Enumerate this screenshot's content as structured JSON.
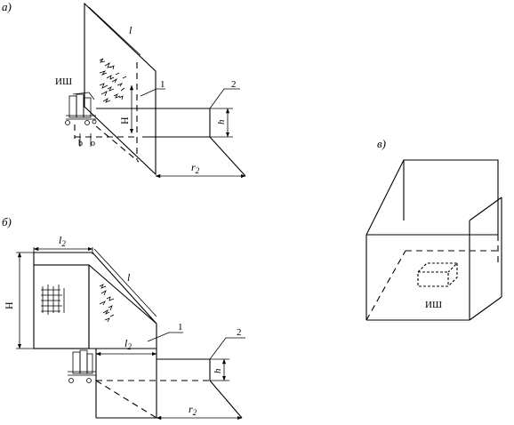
{
  "panels": {
    "a": {
      "panel_label": "а)",
      "source_label": "ИШ",
      "callout_1": "1",
      "callout_2": "2",
      "dim_H": "H",
      "dim_h": "h",
      "dim_l": "l",
      "dim_r": "r",
      "dim_r_sub": "2",
      "dim_b": "b",
      "dim_o": "o"
    },
    "b": {
      "panel_label": "б)",
      "callout_1": "1",
      "callout_2": "2",
      "dim_H": "H",
      "dim_h": "h",
      "dim_l_top": "l",
      "dim_l_top_sub": "2",
      "dim_l_side": "l",
      "dim_l_mid": "l",
      "dim_l_mid_sub": "2",
      "dim_r": "r",
      "dim_r_sub": "2"
    },
    "v": {
      "panel_label": "в)",
      "source_label": "ИШ"
    }
  }
}
